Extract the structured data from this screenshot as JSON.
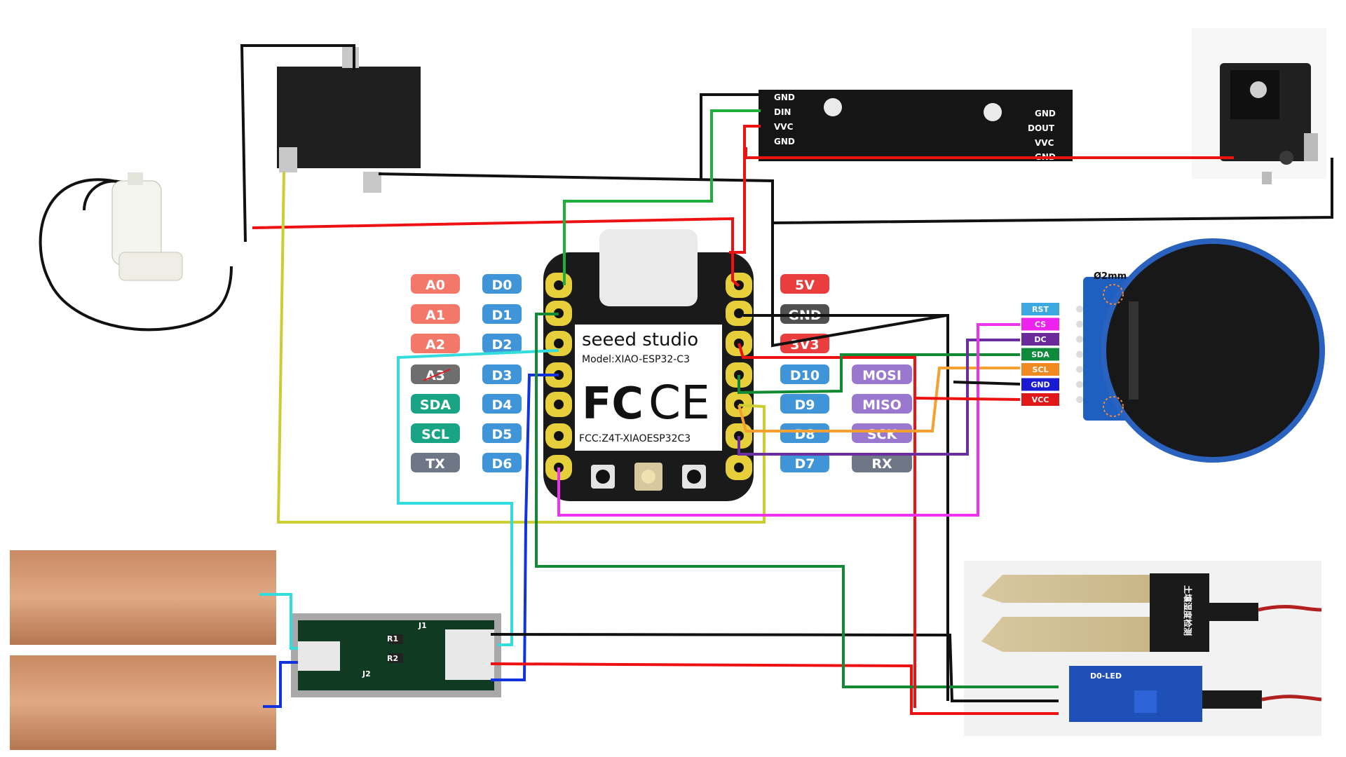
{
  "board": {
    "brand": "seeed studio",
    "model": "Model:XIAO-ESP32-C3",
    "fc_id": "FCC:Z4T-XIAOESP32C3",
    "fc_mark": "FC",
    "ce_mark": "CE"
  },
  "left_pins": {
    "analog": [
      "A0",
      "A1",
      "A2",
      "A3"
    ],
    "special": [
      "SDA",
      "SCL",
      "TX"
    ],
    "digital": [
      "D0",
      "D1",
      "D2",
      "D3",
      "D4",
      "D5",
      "D6"
    ]
  },
  "right_pins": {
    "power": [
      "5V",
      "GND",
      "3V3"
    ],
    "digital": [
      "D10",
      "D9",
      "D8",
      "D7"
    ],
    "special": [
      "MOSI",
      "MISO",
      "SCK",
      "RX"
    ]
  },
  "led_strip": {
    "left_labels": [
      "GND",
      "DIN",
      "VVC",
      "GND"
    ],
    "right_labels": [
      "GND",
      "DOUT",
      "VVC",
      "GND"
    ]
  },
  "display": {
    "hole_label": "Ø2mm",
    "pins": [
      "RST",
      "CS",
      "DC",
      "SDA",
      "SCL",
      "GND",
      "VCC"
    ],
    "pin_colors": [
      "#3ea8e0",
      "#ee22ee",
      "#6a2a9a",
      "#0f8a3a",
      "#f08a20",
      "#1a1ad0",
      "#e01818"
    ]
  },
  "pcb": {
    "labels": [
      "R1",
      "R2",
      "J1",
      "J2"
    ]
  },
  "sensor": {
    "chinese_label": "土壤湿度检测",
    "module_text": "D0-LED"
  },
  "colors": {
    "red": "#ee1111",
    "black": "#111111",
    "yellow": "#cccc33",
    "green": "#1eb03a",
    "dark_green": "#128a34",
    "cyan": "#33dddd",
    "blue": "#1133dd",
    "magenta": "#ee33ee",
    "purple": "#6a2ea0",
    "orange": "#f5a030"
  }
}
